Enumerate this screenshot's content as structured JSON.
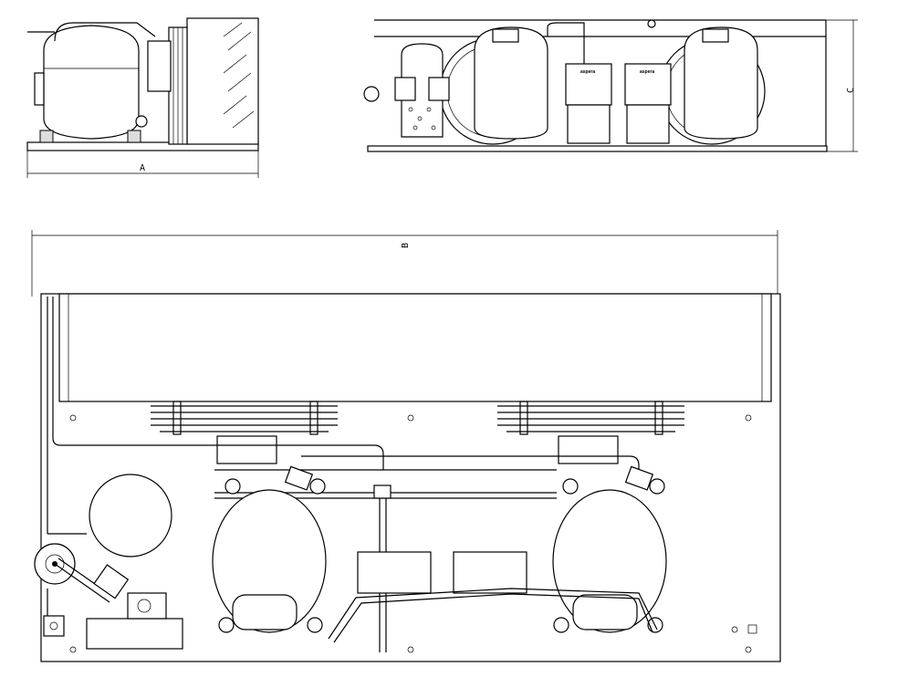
{
  "dimensions": {
    "a": "A",
    "b": "B",
    "c": "C"
  },
  "brand_labels": [
    "aspera",
    "aspera"
  ]
}
